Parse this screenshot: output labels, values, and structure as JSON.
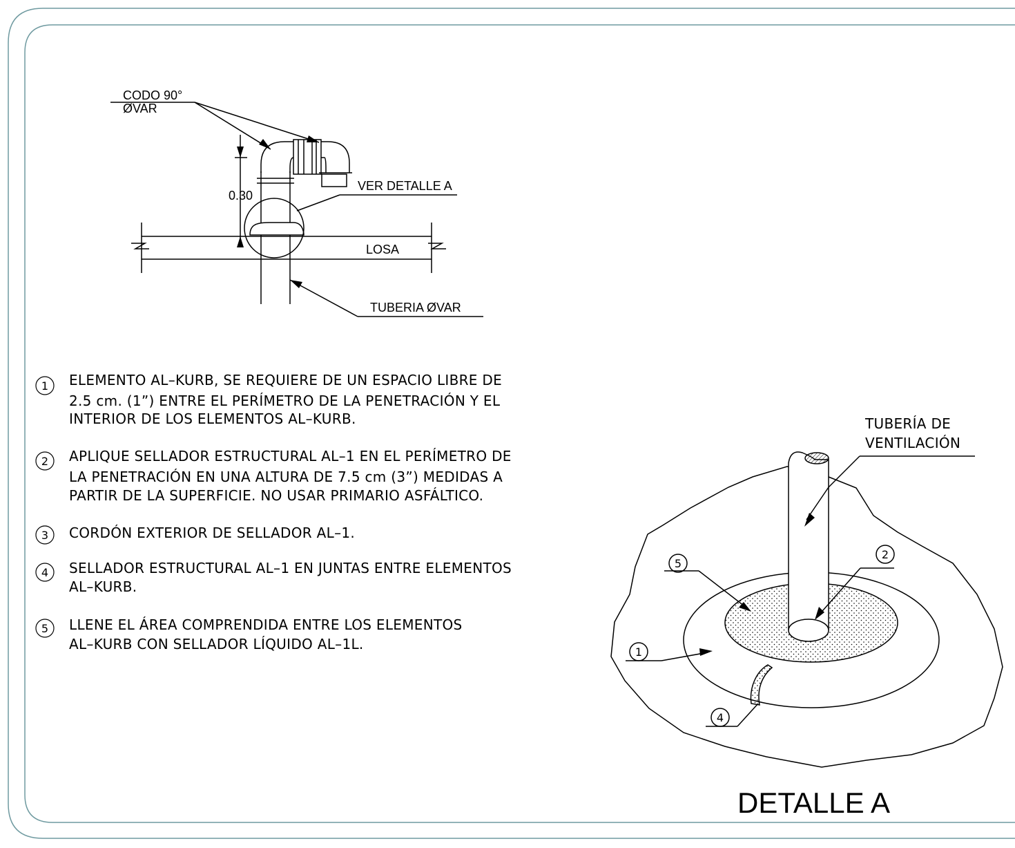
{
  "elevation_detail": {
    "elbow_label_line1": "CODO 90°",
    "elbow_label_line2": "ØVAR",
    "dimension_value": "0.30",
    "detail_reference": "VER DETALLE A",
    "slab_label": "LOSA",
    "pipe_label": "TUBERIA ØVAR"
  },
  "notes": [
    {
      "number": "1",
      "lines": [
        "ELEMENTO AL–KURB, SE REQUIERE DE UN ESPACIO LIBRE DE",
        "2.5 cm. (1”) ENTRE EL PERÍMETRO DE LA PENETRACIÓN Y EL",
        "INTERIOR DE LOS ELEMENTOS AL–KURB."
      ]
    },
    {
      "number": "2",
      "lines": [
        "APLIQUE SELLADOR ESTRUCTURAL AL–1 EN EL PERÍMETRO DE",
        "LA PENETRACIÓN EN UNA ALTURA DE 7.5 cm (3”) MEDIDAS A",
        "PARTIR DE LA SUPERFICIE. NO USAR PRIMARIO ASFÁLTICO."
      ]
    },
    {
      "number": "3",
      "lines": [
        "CORDÓN EXTERIOR DE SELLADOR AL–1."
      ]
    },
    {
      "number": "4",
      "lines": [
        "SELLADOR ESTRUCTURAL AL–1 EN JUNTAS ENTRE ELEMENTOS",
        "AL–KURB."
      ]
    },
    {
      "number": "5",
      "lines": [
        "LLENE EL ÁREA COMPRENDIDA ENTRE LOS ELEMENTOS",
        "AL–KURB CON SELLADOR LÍQUIDO AL–1L."
      ]
    }
  ],
  "detail_a": {
    "vent_pipe_label_line1": "TUBERÍA DE",
    "vent_pipe_label_line2": "VENTILACIÓN",
    "callouts": [
      "1",
      "2",
      "4",
      "5"
    ],
    "title": "DETALLE A"
  },
  "colors": {
    "frame": "#6f9aa0",
    "lines": "#000000",
    "background": "#ffffff"
  }
}
